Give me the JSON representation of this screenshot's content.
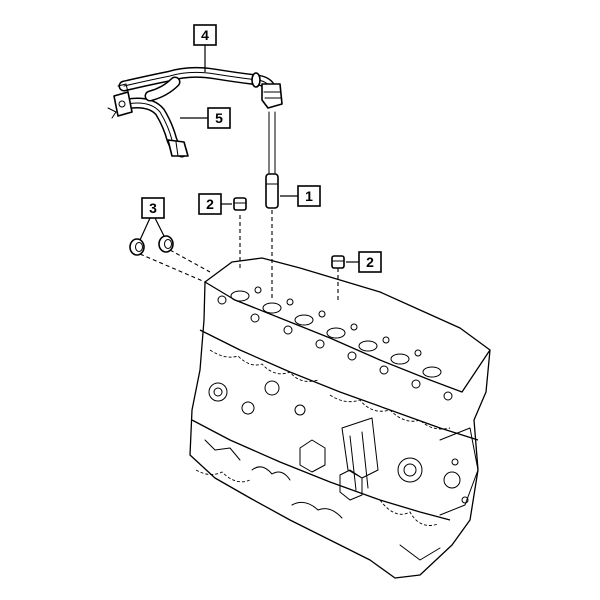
{
  "callouts": [
    {
      "id": "1",
      "label": "1"
    },
    {
      "id": "2a",
      "label": "2"
    },
    {
      "id": "2b",
      "label": "2"
    },
    {
      "id": "3",
      "label": "3"
    },
    {
      "id": "4",
      "label": "4"
    },
    {
      "id": "5",
      "label": "5"
    }
  ]
}
